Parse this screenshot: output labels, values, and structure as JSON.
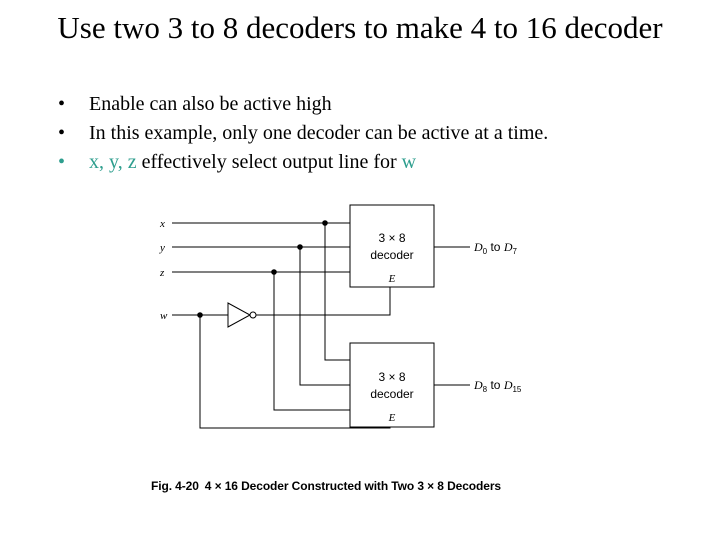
{
  "title": "Use two 3 to 8 decoders to make 4 to 16 decoder",
  "bullets": [
    {
      "marker": "•",
      "text": "Enable can also be active high"
    },
    {
      "marker": "•",
      "text": "In this example, only one decoder can be active at a time."
    },
    {
      "marker": "•",
      "colored_text": "x, y, z",
      "text": " effectively select output line for ",
      "colored_tail": "w"
    }
  ],
  "diagram": {
    "inputs": [
      "x",
      "y",
      "z",
      "w"
    ],
    "decoder_label_line1": "3 × 8",
    "decoder_label_line2": "decoder",
    "enable_label": "E",
    "top_output": {
      "prefix": "D",
      "start": "0",
      "to": " to ",
      "end": "7"
    },
    "bottom_output": {
      "prefix": "D",
      "start": "8",
      "to": " to ",
      "end": "15"
    }
  },
  "caption": {
    "fig": "Fig. 4-20",
    "text": "4 × 16 Decoder Constructed with Two 3 × 8 Decoders"
  },
  "colors": {
    "accent": "#2e9e8e",
    "text": "#000000",
    "line": "#000000"
  }
}
